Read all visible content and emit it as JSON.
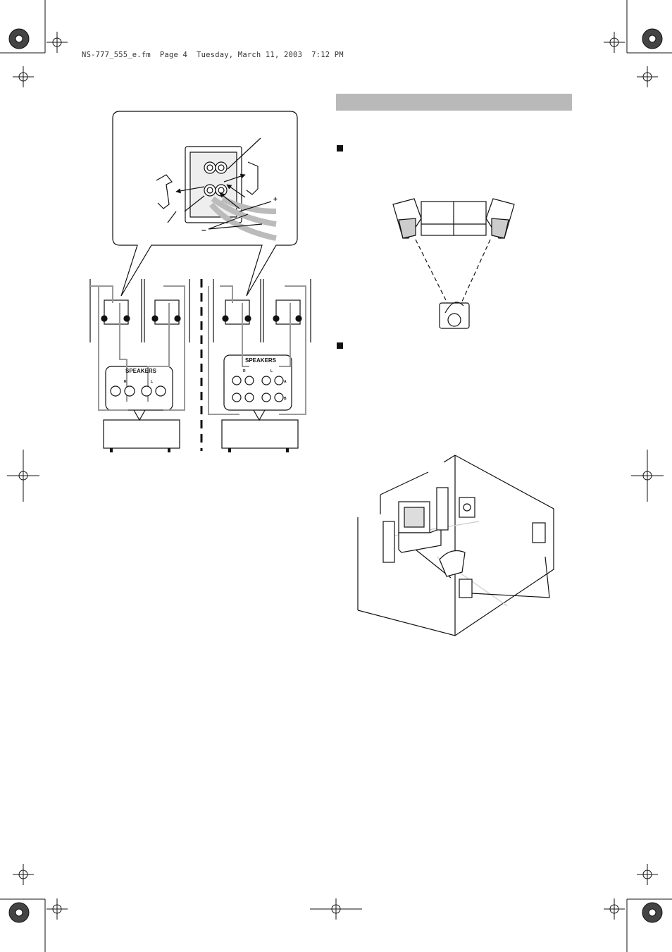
{
  "header": {
    "filename": "NS-777_555_e.fm",
    "page_label": "Page 4",
    "date": "Tuesday, March 11, 2003",
    "time": "7:12 PM"
  },
  "wiring_diagram": {
    "polarity_plus": "+",
    "polarity_minus": "–",
    "panel_left_label": "SPEAKERS",
    "panel_right_label": "SPEAKERS",
    "channel_r": "R",
    "channel_l": "L",
    "terminal_a": "A",
    "terminal_b": "B"
  },
  "colors": {
    "section_bar": "#b9b9b9",
    "wire": "#999999",
    "line": "#111111"
  }
}
